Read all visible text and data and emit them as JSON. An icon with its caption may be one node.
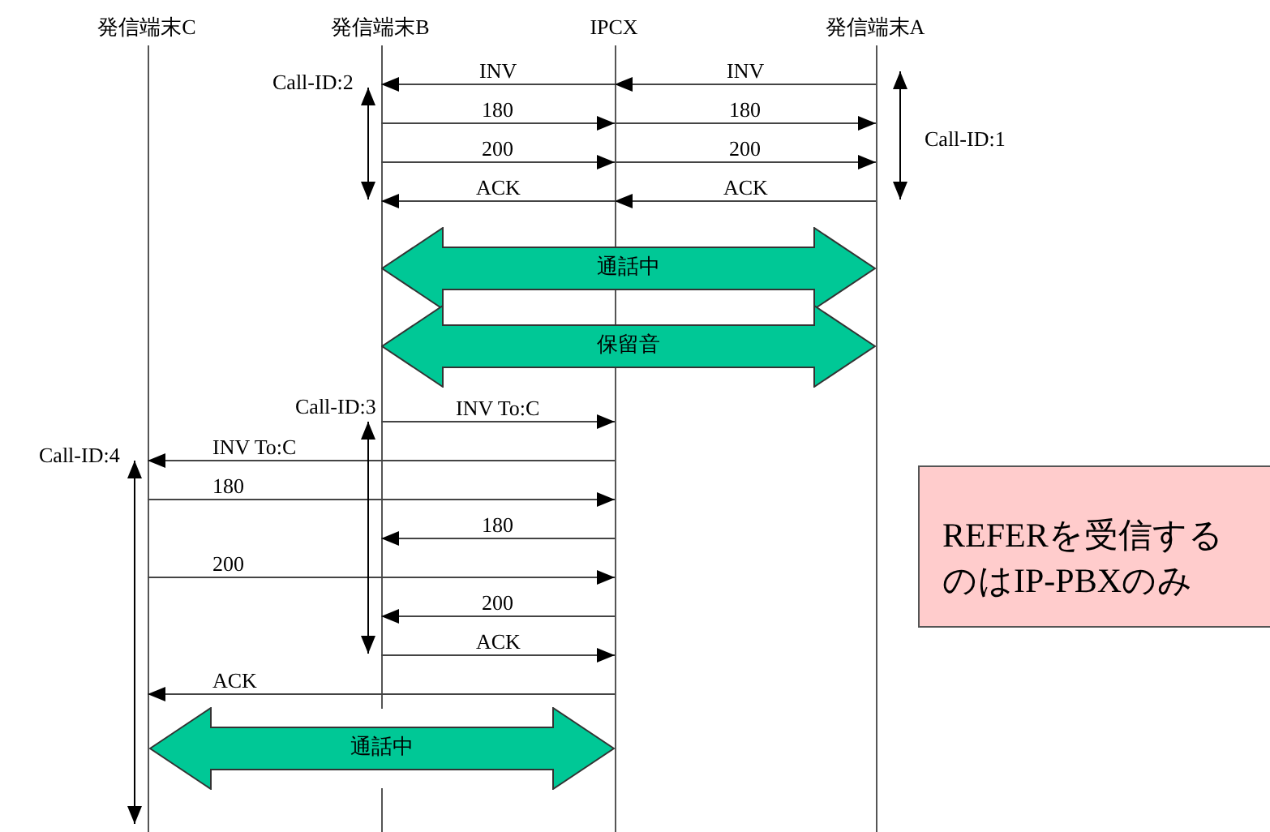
{
  "diagram": {
    "nodes": [
      {
        "text": [
          "発信端末C"
        ]
      },
      {
        "text": [
          "発信端末B"
        ]
      },
      {
        "text": [
          "IPCX"
        ]
      },
      {
        "text": [
          "発信端末A"
        ]
      },
      {
        "text": [
          "通話中"
        ]
      },
      {
        "text": [
          "保留音"
        ]
      },
      {
        "text": [
          "通話中"
        ]
      },
      {
        "text": [
          "REFERを受信するのはIP-PBXのみ"
        ]
      }
    ],
    "edges": [
      {
        "from": 3,
        "to": 2,
        "arrow": "to",
        "label": "INV"
      },
      {
        "from": 2,
        "to": 1,
        "arrow": "to",
        "label": "INV"
      },
      {
        "from": 1,
        "to": 2,
        "arrow": "to",
        "label": "180"
      },
      {
        "from": 2,
        "to": 3,
        "arrow": "to",
        "label": "180"
      },
      {
        "from": 1,
        "to": 2,
        "arrow": "to",
        "label": "200"
      },
      {
        "from": 2,
        "to": 3,
        "arrow": "to",
        "label": "200"
      },
      {
        "from": 3,
        "to": 2,
        "arrow": "to",
        "label": "ACK"
      },
      {
        "from": 2,
        "to": 1,
        "arrow": "to",
        "label": "ACK"
      },
      {
        "from": 1,
        "to": 2,
        "arrow": "to",
        "label": "INV To:C"
      },
      {
        "from": 2,
        "to": 0,
        "arrow": "to",
        "label": "INV To:C"
      },
      {
        "from": 0,
        "to": 2,
        "arrow": "to",
        "label": "180"
      },
      {
        "from": 2,
        "to": 1,
        "arrow": "to",
        "label": "180"
      },
      {
        "from": 0,
        "to": 2,
        "arrow": "to",
        "label": "200"
      },
      {
        "from": 2,
        "to": 1,
        "arrow": "to",
        "label": "200"
      },
      {
        "from": 1,
        "to": 2,
        "arrow": "to",
        "label": "ACK"
      },
      {
        "from": 2,
        "to": 0,
        "arrow": "to",
        "label": "ACK"
      }
    ],
    "labels": [
      "Call-ID:2",
      "Call-ID:1",
      "Call-ID:3",
      "Call-ID:4"
    ]
  }
}
